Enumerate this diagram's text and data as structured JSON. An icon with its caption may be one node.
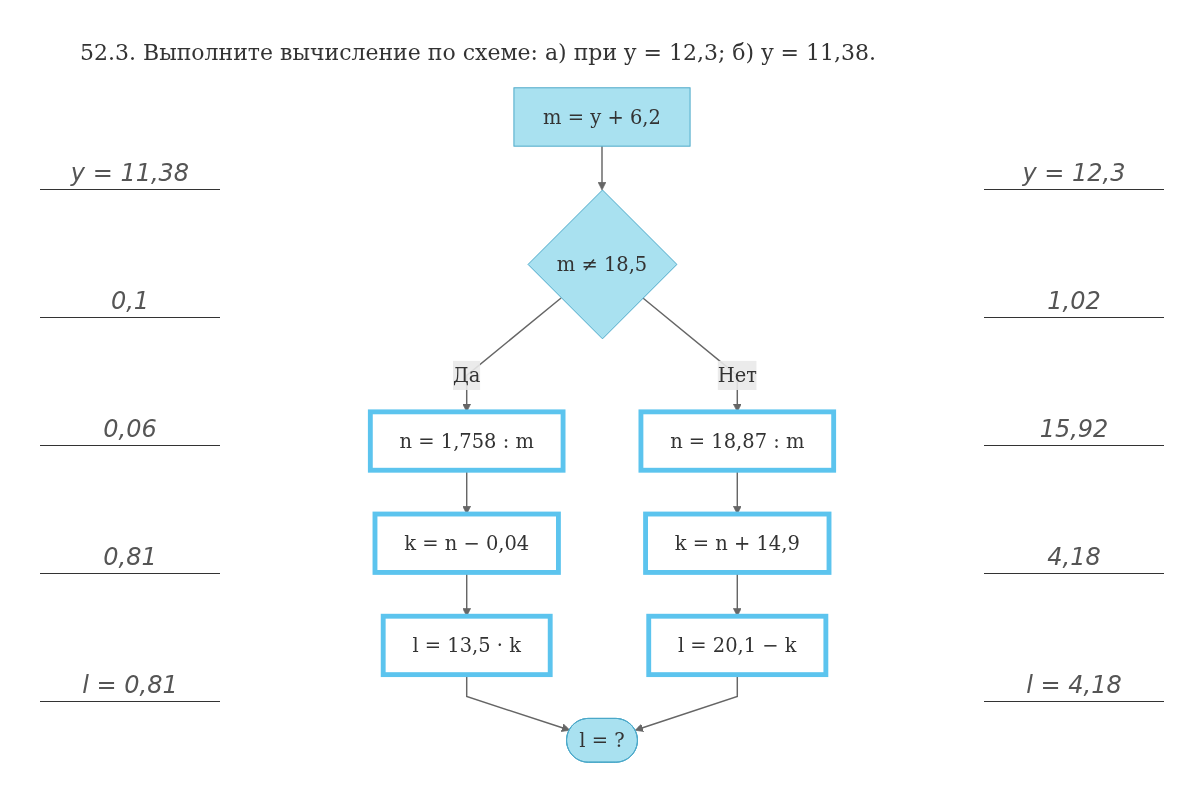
{
  "diagram": {
    "title": "52.3. Выполните вычисление по схеме: а) при y = 12,3; б) y = 11,38.",
    "nodes": [
      {
        "text": [
          "m = y + 6,2"
        ]
      },
      {
        "text": [
          "m ≠ 18,5"
        ]
      },
      {
        "text": [
          "n = 1,758 : m"
        ]
      },
      {
        "text": [
          "n = 18,87 : m"
        ]
      },
      {
        "text": [
          "k = n − 0,04"
        ]
      },
      {
        "text": [
          "k = n + 14,9"
        ]
      },
      {
        "text": [
          "l = 13,5 · k"
        ]
      },
      {
        "text": [
          "l = 20,1 − k"
        ]
      },
      {
        "text": [
          "l = ?"
        ]
      }
    ],
    "edges": [
      {
        "from": 0,
        "to": 1,
        "arrow": "to"
      },
      {
        "from": 1,
        "to": 2,
        "arrow": "to",
        "label": "Да"
      },
      {
        "from": 1,
        "to": 3,
        "arrow": "to",
        "label": "Нет"
      },
      {
        "from": 2,
        "to": 4,
        "arrow": "to"
      },
      {
        "from": 3,
        "to": 5,
        "arrow": "to"
      },
      {
        "from": 4,
        "to": 6,
        "arrow": "to"
      },
      {
        "from": 5,
        "to": 7,
        "arrow": "to"
      },
      {
        "from": 6,
        "to": 8,
        "arrow": "to"
      },
      {
        "from": 7,
        "to": 8,
        "arrow": "to"
      }
    ],
    "labels": [
      "y = 11,38",
      "y = 12,3",
      "0,1",
      "1,02",
      "0,06",
      "15,92",
      "0,81",
      "4,18",
      "l = 0,81",
      "l = 4,18"
    ]
  }
}
